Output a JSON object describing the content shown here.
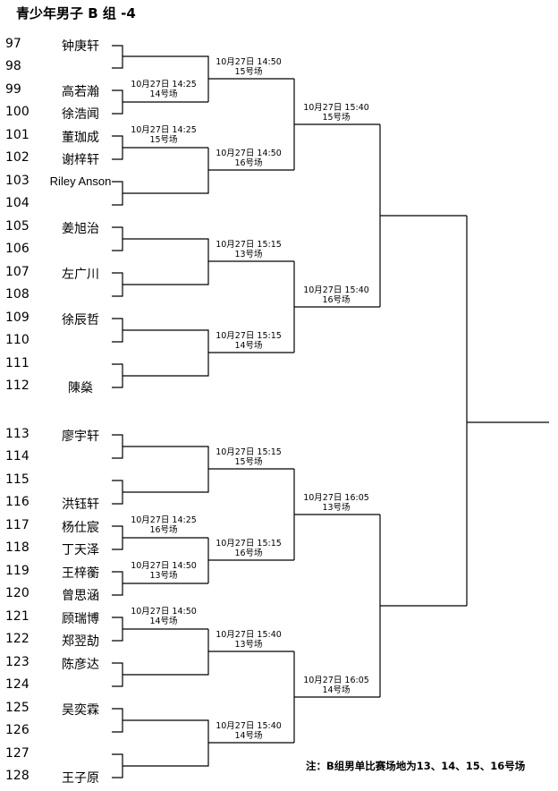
{
  "title": "青少年男子 B 组 -4",
  "players": [
    {
      "num": "97",
      "name": "钟庚轩"
    },
    {
      "num": "98",
      "name": ""
    },
    {
      "num": "99",
      "name": "高若瀚"
    },
    {
      "num": "100",
      "name": "徐浩闻"
    },
    {
      "num": "101",
      "name": "董珈成"
    },
    {
      "num": "102",
      "name": "谢梓轩"
    },
    {
      "num": "103",
      "name": "Riley Anson"
    },
    {
      "num": "104",
      "name": ""
    },
    {
      "num": "105",
      "name": "姜旭治"
    },
    {
      "num": "106",
      "name": ""
    },
    {
      "num": "107",
      "name": "左广川"
    },
    {
      "num": "108",
      "name": ""
    },
    {
      "num": "109",
      "name": "徐辰哲"
    },
    {
      "num": "110",
      "name": ""
    },
    {
      "num": "111",
      "name": ""
    },
    {
      "num": "112",
      "name": "陳燊"
    },
    {
      "num": "113",
      "name": "廖宇轩"
    },
    {
      "num": "114",
      "name": ""
    },
    {
      "num": "115",
      "name": ""
    },
    {
      "num": "116",
      "name": "洪钰轩"
    },
    {
      "num": "117",
      "name": "杨仕宸"
    },
    {
      "num": "118",
      "name": "丁天泽"
    },
    {
      "num": "119",
      "name": "王梓蘅"
    },
    {
      "num": "120",
      "name": "曾思涵"
    },
    {
      "num": "121",
      "name": "顾瑞博"
    },
    {
      "num": "122",
      "name": "郑翌劼"
    },
    {
      "num": "123",
      "name": "陈彦达"
    },
    {
      "num": "124",
      "name": ""
    },
    {
      "num": "125",
      "name": "吴奕霖"
    },
    {
      "num": "126",
      "name": ""
    },
    {
      "num": "127",
      "name": ""
    },
    {
      "num": "128",
      "name": "王子原"
    }
  ],
  "matches": [
    {
      "time": "10月27日 14:25",
      "court": "14号场"
    },
    {
      "time": "10月27日 14:25",
      "court": "15号场"
    },
    {
      "time": "10月27日 14:25",
      "court": "16号场"
    },
    {
      "time": "10月27日 14:50",
      "court": "13号场"
    },
    {
      "time": "10月27日 14:50",
      "court": "14号场"
    },
    {
      "time": "10月27日 14:50",
      "court": "15号场"
    },
    {
      "time": "10月27日 14:50",
      "court": "16号场"
    },
    {
      "time": "10月27日 15:15",
      "court": "13号场"
    },
    {
      "time": "10月27日 15:15",
      "court": "14号场"
    },
    {
      "time": "10月27日 15:15",
      "court": "15号场"
    },
    {
      "time": "10月27日 15:15",
      "court": "16号场"
    },
    {
      "time": "10月27日 15:40",
      "court": "13号场"
    },
    {
      "time": "10月27日 15:40",
      "court": "14号场"
    },
    {
      "time": "10月27日  15:40",
      "court": "15号场"
    },
    {
      "time": "10月27日  15:40",
      "court": "16号场"
    },
    {
      "time": "10月27日  16:05",
      "court": "13号场"
    },
    {
      "time": "10月27日  16:05",
      "court": "14号场"
    }
  ],
  "note": "注：B组男单比赛场地为13、14、15、16号场"
}
